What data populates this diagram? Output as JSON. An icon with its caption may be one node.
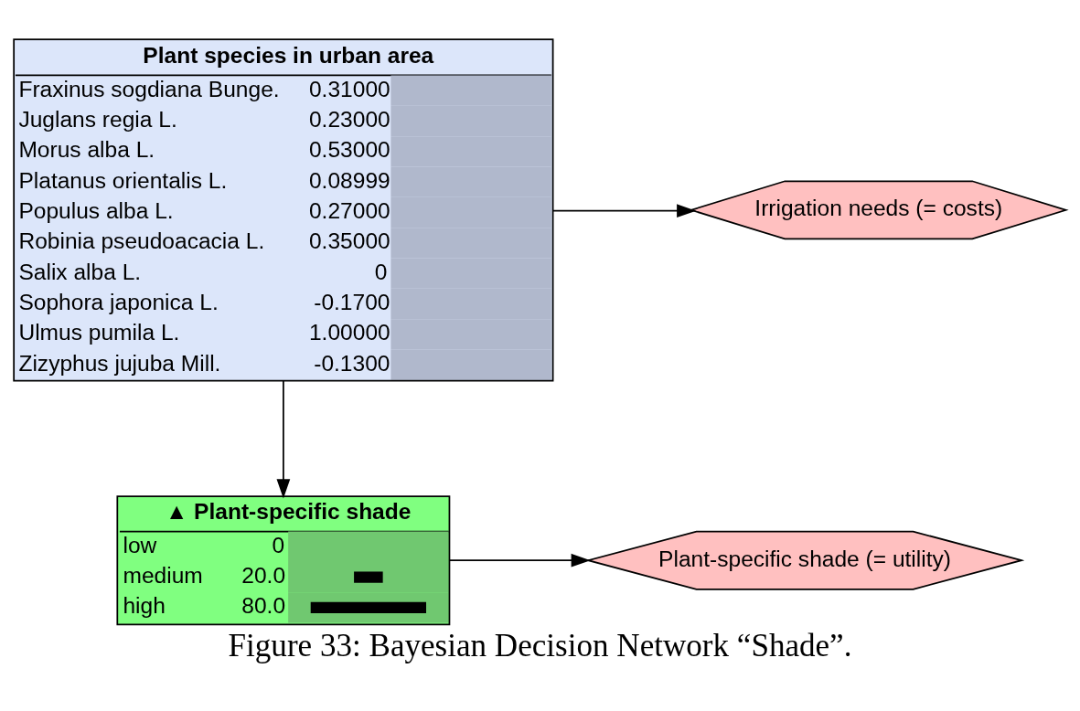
{
  "diagram": {
    "caption": "Figure 33: Bayesian Decision Network “Shade”.",
    "nodes": [
      {
        "text": [
          "Plant species in urban area",
          "Fraxinus sogdiana Bunge. 0.31000",
          "Juglans regia L. 0.23000",
          "Morus alba L. 0.53000",
          "Platanus orientalis L. 0.08999",
          "Populus alba L. 0.27000",
          "Robinia pseudoacacia L. 0.35000",
          "Salix alba L. 0",
          "Sophora japonica L. -0.1700",
          "Ulmus pumila L. 1.00000",
          "Zizyphus jujuba Mill. -0.1300"
        ]
      },
      {
        "text": [
          "▲ Plant-specific shade",
          "low 0",
          "medium 20.0",
          "high 80.0"
        ]
      },
      {
        "text": [
          "Irrigation needs (= costs)"
        ]
      },
      {
        "text": [
          "Plant-specific shade (= utility)"
        ]
      }
    ],
    "edges": [
      {
        "from": 0,
        "to": 2,
        "arrow": "to"
      },
      {
        "from": 0,
        "to": 1,
        "arrow": "to"
      },
      {
        "from": 1,
        "to": 3,
        "arrow": "to"
      }
    ]
  }
}
